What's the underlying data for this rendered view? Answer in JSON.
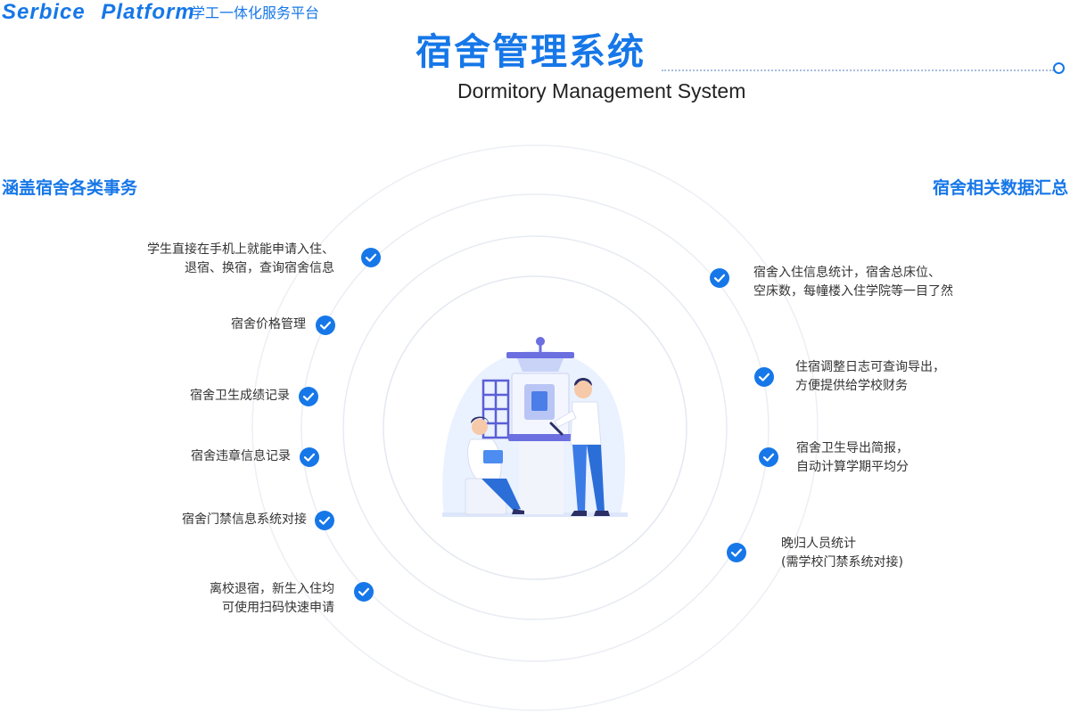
{
  "header": {
    "brand": "Serbice Platform",
    "brand_subtitle": "学工一体化服务平台",
    "title": "宿舍管理系统",
    "subtitle_en": "Dormitory Management System"
  },
  "left_section": {
    "title": "涵盖宿舍各类事务",
    "items": [
      {
        "lines": [
          "学生直接在手机上就能申请入住、",
          "退宿、换宿，查询宿舍信息"
        ]
      },
      {
        "lines": [
          "宿舍价格管理"
        ]
      },
      {
        "lines": [
          "宿舍卫生成绩记录"
        ]
      },
      {
        "lines": [
          "宿舍违章信息记录"
        ]
      },
      {
        "lines": [
          "宿舍门禁信息系统对接"
        ]
      },
      {
        "lines": [
          "离校退宿，新生入住均",
          "可使用扫码快速申请"
        ]
      }
    ]
  },
  "right_section": {
    "title": "宿舍相关数据汇总",
    "items": [
      {
        "lines": [
          "宿舍入住信息统计，宿舍总床位、",
          "空床数，每幢楼入住学院等一目了然"
        ]
      },
      {
        "lines": [
          "住宿调整日志可查询导出，",
          "方便提供给学校财务"
        ]
      },
      {
        "lines": [
          "宿舍卫生导出简报，",
          "自动计算学期平均分"
        ]
      },
      {
        "lines": [
          "晚归人员统计",
          "(需学校门禁系统对接)"
        ]
      }
    ]
  },
  "icons": {
    "check": "check-circle-icon",
    "illustration": "people-with-machine-illustration"
  },
  "colors": {
    "accent": "#1677e8",
    "text": "#333333",
    "ring": "#e9ecf2"
  }
}
